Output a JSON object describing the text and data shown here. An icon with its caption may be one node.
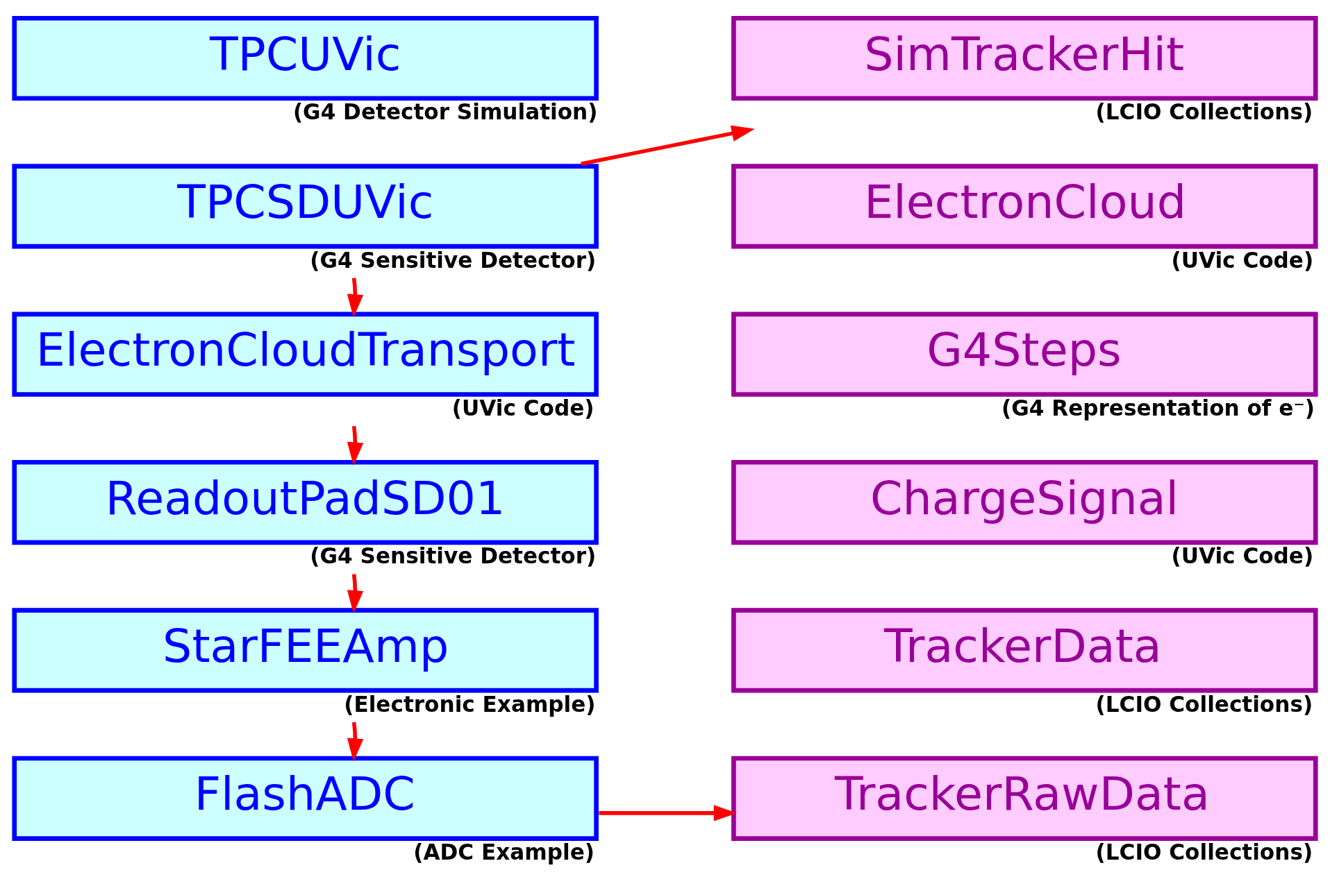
{
  "diagram": {
    "nodes": [
      {
        "text": [
          "TPCUVic"
        ],
        "beside": [
          "(G4 Detector Simulation)"
        ]
      },
      {
        "text": [
          "TPCSDUVic"
        ],
        "beside": [
          "(G4 Sensitive Detector)"
        ]
      },
      {
        "text": [
          "ElectronCloudTransport"
        ],
        "beside": [
          "(UVic Code)"
        ]
      },
      {
        "text": [
          "ReadoutPadSD01"
        ],
        "beside": [
          "(G4 Sensitive Detector)"
        ]
      },
      {
        "text": [
          "StarFEEAmp"
        ],
        "beside": [
          "(Electronic Example)"
        ]
      },
      {
        "text": [
          "FlashADC"
        ],
        "beside": [
          "(ADC Example)"
        ]
      },
      {
        "text": [
          "SimTrackerHit"
        ],
        "beside": [
          "(LCIO Collections)"
        ]
      },
      {
        "text": [
          "ElectronCloud"
        ],
        "beside": [
          "(UVic Code)"
        ]
      },
      {
        "text": [
          "G4Steps"
        ],
        "beside": [
          "(G4 Representation of e⁻)"
        ]
      },
      {
        "text": [
          "ChargeSignal"
        ],
        "beside": [
          "(UVic Code)"
        ]
      },
      {
        "text": [
          "TrackerData"
        ],
        "beside": [
          "(LCIO Collections)"
        ]
      },
      {
        "text": [
          "TrackerRawData"
        ],
        "beside": [
          "(LCIO Collections)"
        ]
      }
    ],
    "edges": [
      {
        "from": 1,
        "to": 6,
        "arrow": "to",
        "color": "#ff0000"
      },
      {
        "from": 1,
        "to": 2,
        "arrow": "to",
        "color": "#ff0000"
      },
      {
        "from": 2,
        "to": 3,
        "arrow": "to",
        "color": "#ff0000"
      },
      {
        "from": 3,
        "to": 4,
        "arrow": "to",
        "color": "#ff0000"
      },
      {
        "from": 4,
        "to": 5,
        "arrow": "to",
        "color": "#ff0000"
      },
      {
        "from": 5,
        "to": 11,
        "arrow": "to",
        "color": "#ff0000"
      }
    ]
  }
}
